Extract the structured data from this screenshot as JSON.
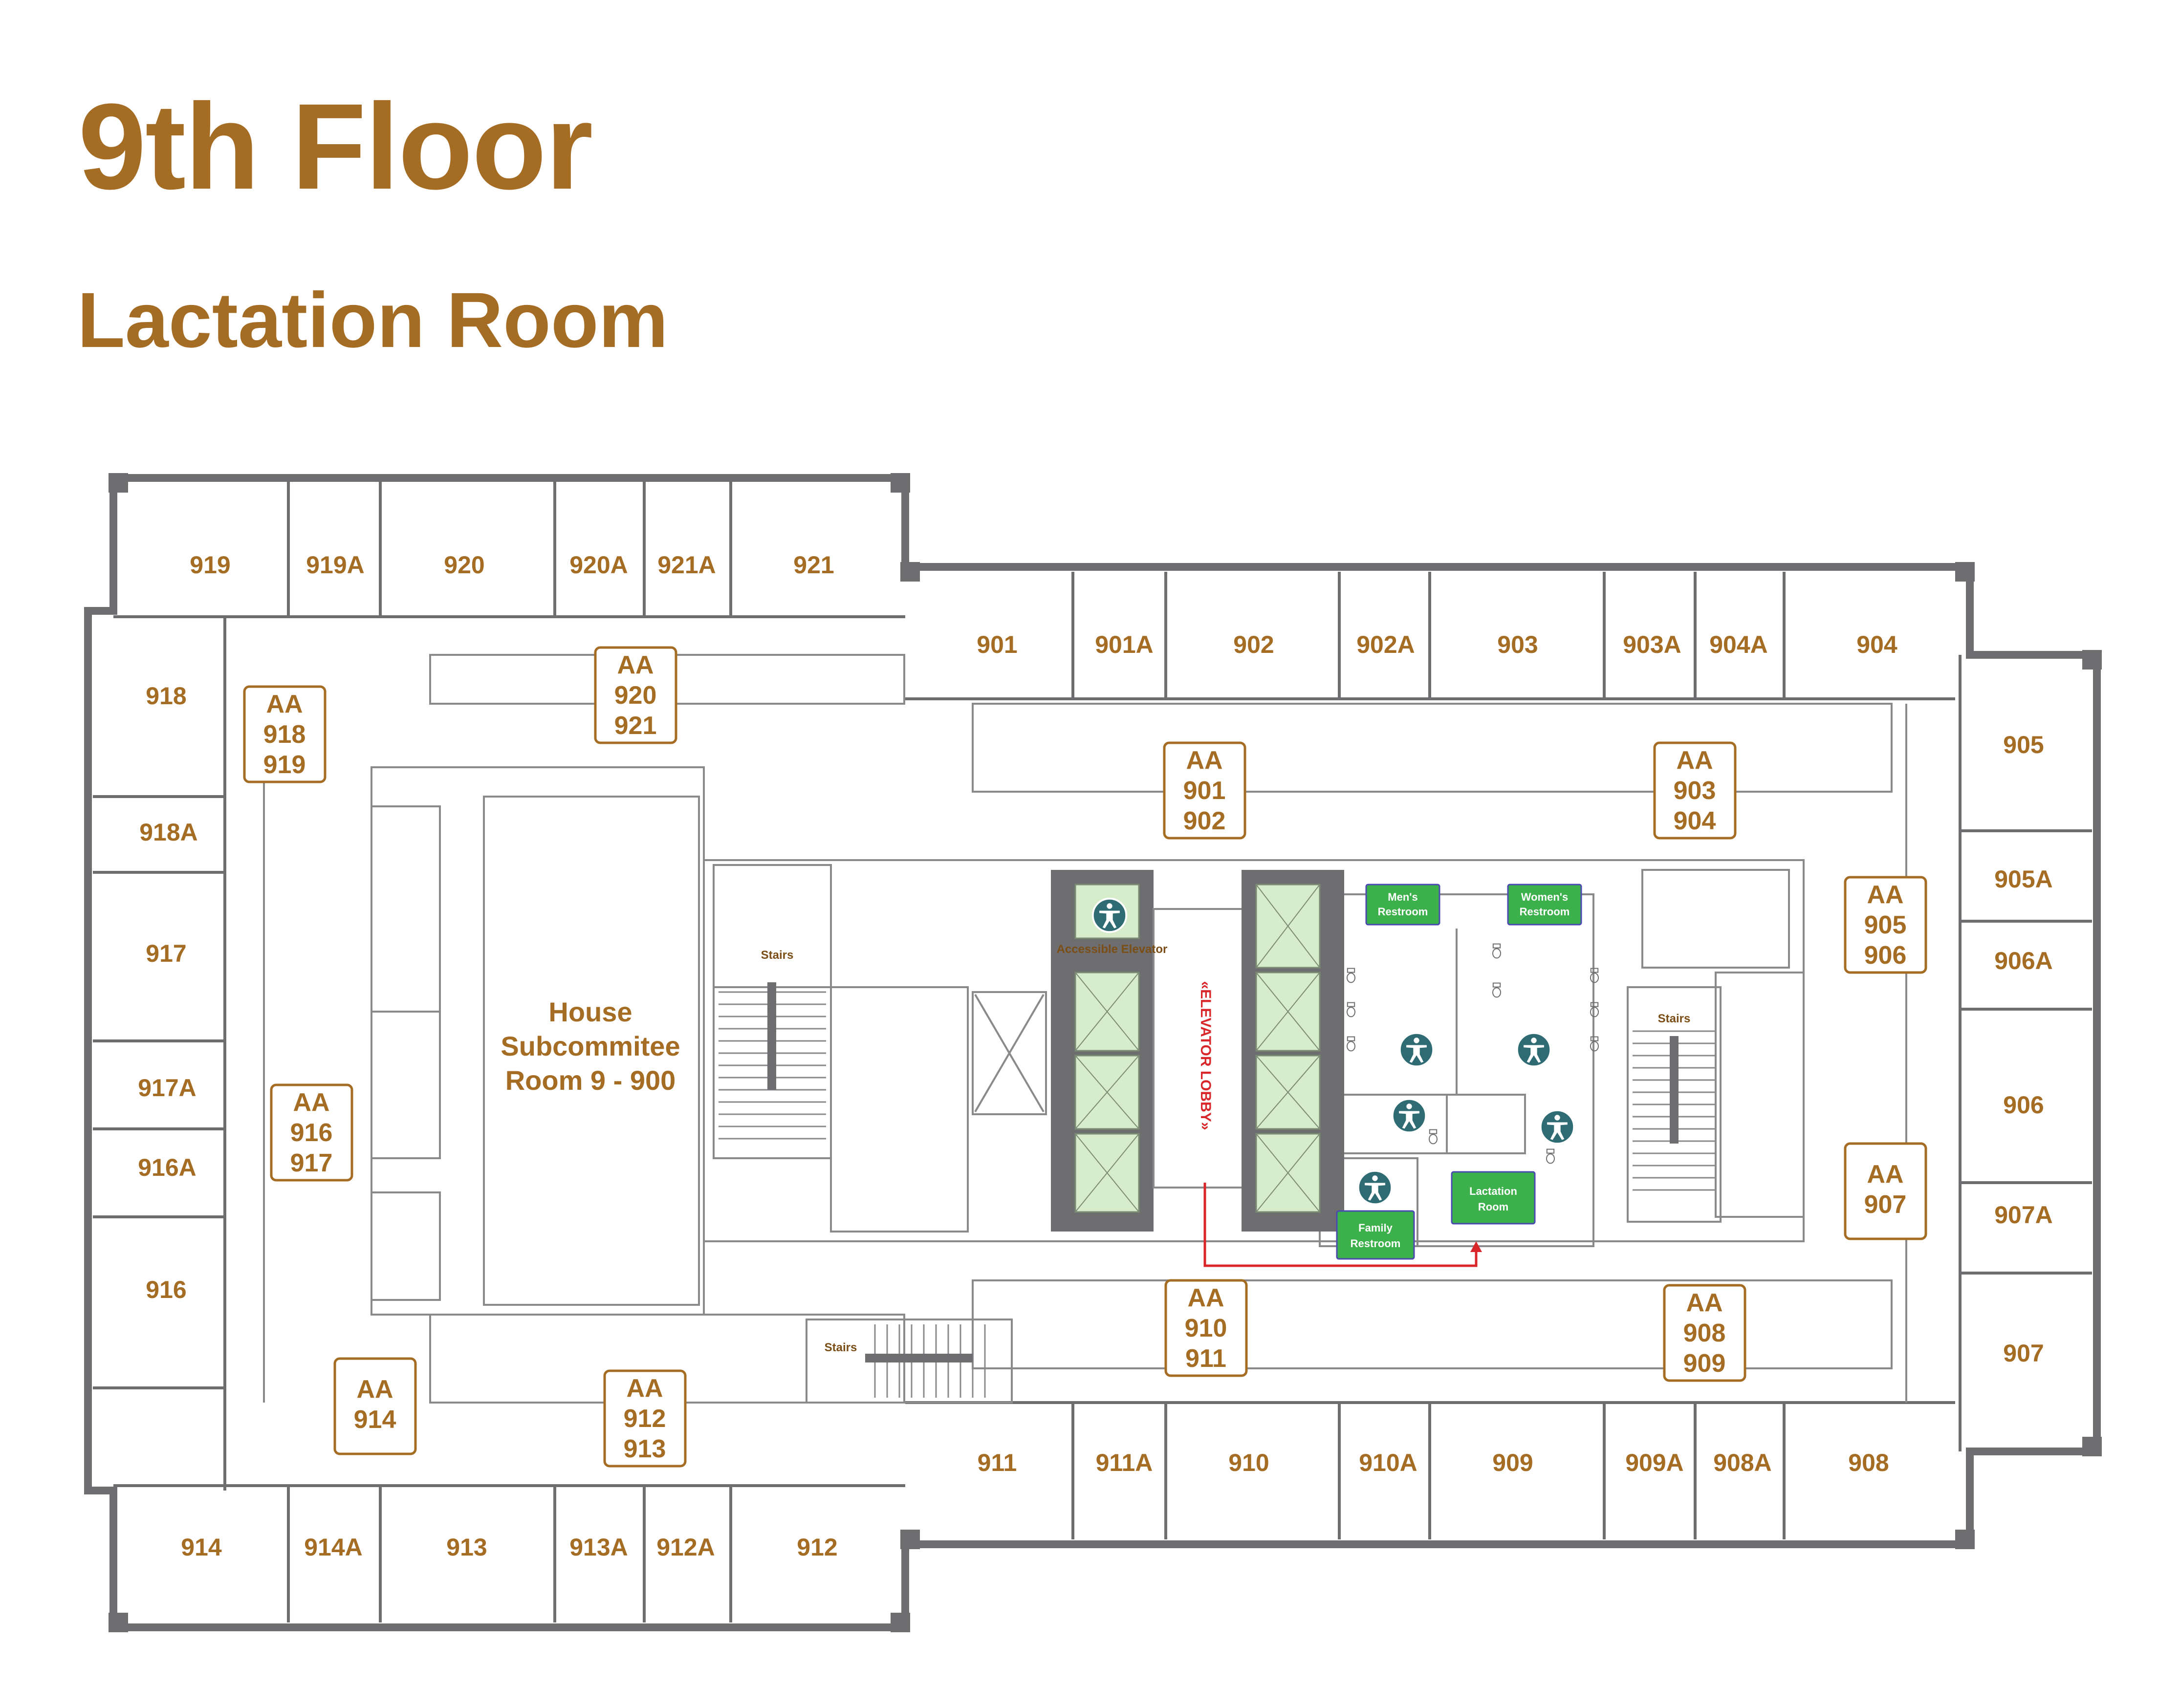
{
  "header": {
    "title": "9th Floor",
    "subtitle": "Lactation Room"
  },
  "rooms": {
    "r919": "919",
    "r919A": "919A",
    "r920": "920",
    "r920A": "920A",
    "r921A": "921A",
    "r921": "921",
    "r901": "901",
    "r901A": "901A",
    "r902": "902",
    "r902A": "902A",
    "r903": "903",
    "r903A": "903A",
    "r904A": "904A",
    "r904": "904",
    "r918": "918",
    "r918A": "918A",
    "r917": "917",
    "r917A": "917A",
    "r916A": "916A",
    "r916": "916",
    "r905": "905",
    "r905A": "905A",
    "r906A": "906A",
    "r906": "906",
    "r907A": "907A",
    "r907": "907",
    "r911": "911",
    "r911A": "911A",
    "r910": "910",
    "r910A": "910A",
    "r909": "909",
    "r909A": "909A",
    "r908A": "908A",
    "r908": "908",
    "r914": "914",
    "r914A": "914A",
    "r913": "913",
    "r913A": "913A",
    "r912A": "912A",
    "r912": "912"
  },
  "aa_boxes": {
    "aa920": [
      "AA",
      "920",
      "921"
    ],
    "aa918": [
      "AA",
      "918",
      "919"
    ],
    "aa901": [
      "AA",
      "901",
      "902"
    ],
    "aa903": [
      "AA",
      "903",
      "904"
    ],
    "aa905": [
      "AA",
      "905",
      "906"
    ],
    "aa916": [
      "AA",
      "916",
      "917"
    ],
    "aa907": [
      "AA",
      "907"
    ],
    "aa910": [
      "AA",
      "910",
      "911"
    ],
    "aa908": [
      "AA",
      "908",
      "909"
    ],
    "aa914": [
      "AA",
      "914"
    ],
    "aa912": [
      "AA",
      "912",
      "913"
    ]
  },
  "labels": {
    "house": [
      "House",
      "Subcommitee",
      "Room 9 - 900"
    ],
    "stairs_left": "Stairs",
    "stairs_right": "Stairs",
    "stairs_bottom": "Stairs",
    "accessible_elevator": "Accessible Elevator",
    "elevator_lobby": "«ELEVATOR LOBBY»",
    "mens_restroom": [
      "Men's",
      "Restroom"
    ],
    "womens_restroom": [
      "Women's",
      "Restroom"
    ],
    "lactation_room": [
      "Lactation",
      "Room"
    ],
    "family_restroom": [
      "Family",
      "Restroom"
    ]
  },
  "colors": {
    "brand": "#a56c24",
    "wall": "#6e6e70",
    "highlight_green": "#3cb04a",
    "elevator_green": "#d7ecca",
    "route_red": "#d9262a",
    "accessible_icon": "#2f6b73"
  },
  "icons": {
    "accessible": "accessible-person-icon",
    "toilet": "toilet-icon",
    "sink": "sink-icon"
  }
}
